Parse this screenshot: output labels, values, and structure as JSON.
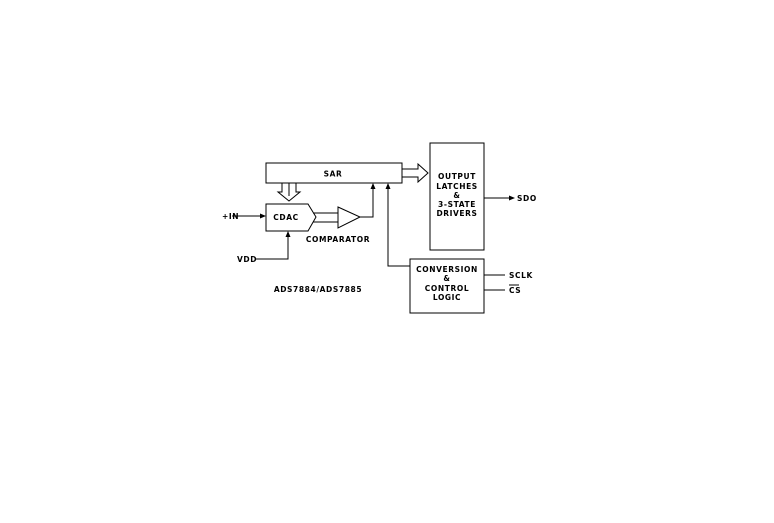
{
  "blocks": {
    "sar": "SAR",
    "cdac": "CDAC",
    "comparator": "COMPARATOR",
    "output": [
      "OUTPUT",
      "LATCHES",
      "&",
      "3-STATE",
      "DRIVERS"
    ],
    "control": [
      "CONVERSION",
      "&",
      "CONTROL",
      "LOGIC"
    ]
  },
  "pins": {
    "in": "+IN",
    "vdd": "VDD",
    "sdo": "SDO",
    "sclk": "SCLK",
    "cs": "CS"
  },
  "part_label": "ADS7884/ADS7885"
}
